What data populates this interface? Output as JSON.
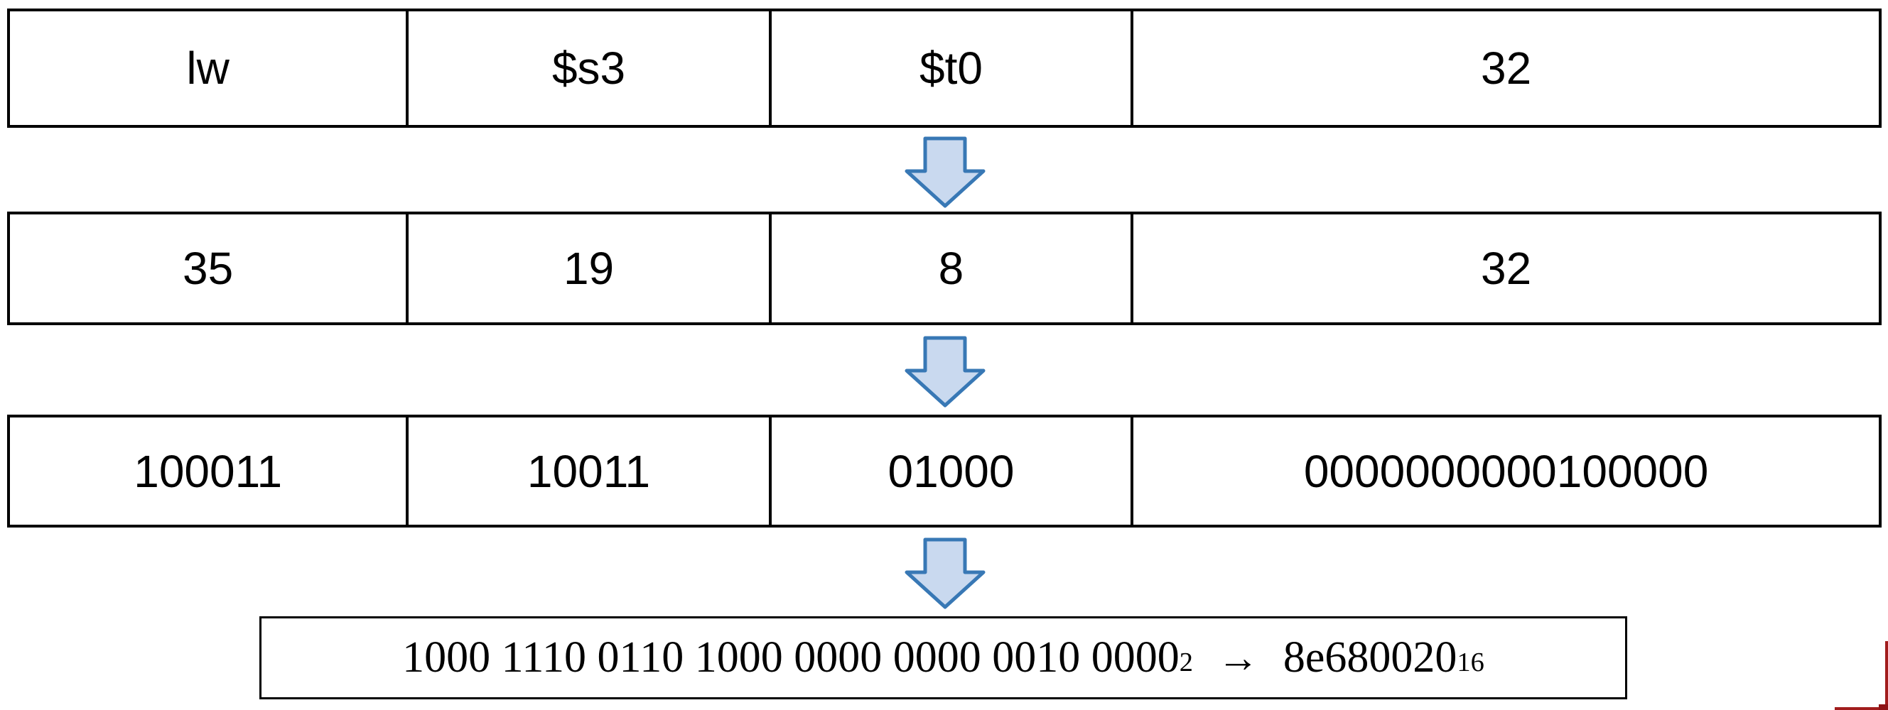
{
  "palette": {
    "arrow_fill": "#c9d9ef",
    "arrow_stroke": "#3878b5",
    "border": "#000000",
    "red_accent": "#a11c1c",
    "red_accent_dark": "#8f1416"
  },
  "rows": [
    {
      "name": "assembly-fields",
      "cells": [
        "lw",
        "$s3",
        "$t0",
        "32"
      ]
    },
    {
      "name": "decimal-fields",
      "cells": [
        "35",
        "19",
        "8",
        "32"
      ]
    },
    {
      "name": "binary-fields",
      "cells": [
        "100011",
        "10011",
        "01000",
        "0000000000100000"
      ]
    }
  ],
  "result": {
    "binary": "1000 1110 0110 1000 0000 0000 0010 0000",
    "binary_base": "2",
    "arrow": "→",
    "hex": "8e680020",
    "hex_base": "16"
  }
}
